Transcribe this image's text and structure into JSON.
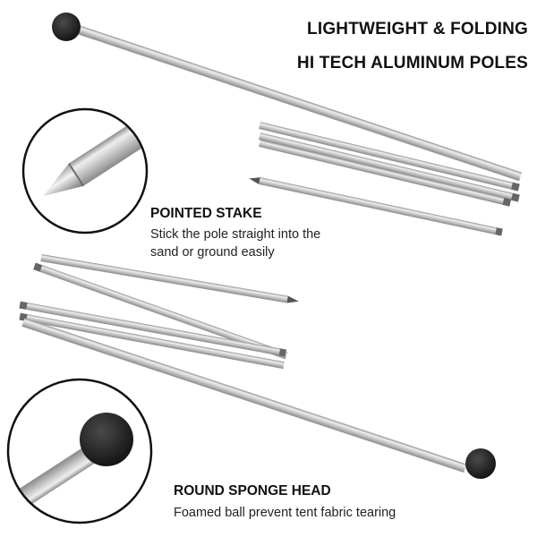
{
  "headline": {
    "line1": "LIGHTWEIGHT & FOLDING",
    "line2": "HI TECH ALUMINUM POLES"
  },
  "features": {
    "pointed_stake": {
      "title": "POINTED STAKE",
      "desc_line1": "Stick the pole straight into the",
      "desc_line2": "sand or ground easily"
    },
    "round_head": {
      "title": "ROUND SPONGE HEAD",
      "desc_line1": "Foamed ball prevent tent fabric tearing"
    }
  },
  "colors": {
    "aluminum_light": "#eeeeee",
    "aluminum_mid": "#c4c4c4",
    "aluminum_dark": "#8e8e8e",
    "sponge_ball": "#1c1c1c",
    "text": "#111111"
  },
  "icons": {
    "zoom_circle_stake": "pointed-stake-closeup",
    "zoom_circle_ball": "sponge-ball-closeup"
  }
}
